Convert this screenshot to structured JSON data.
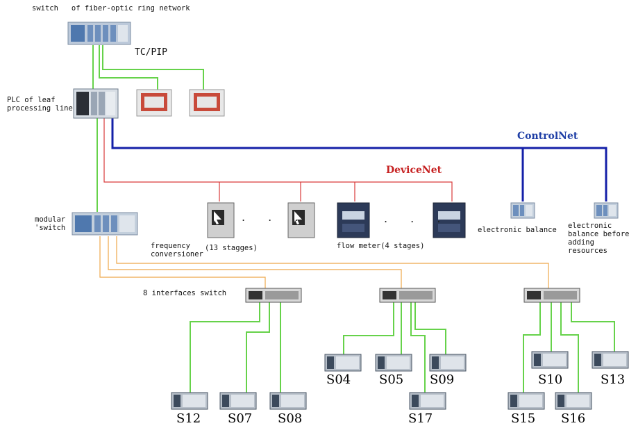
{
  "labels": {
    "ring_switch": "switch   of fiber-optic ring network",
    "tcpip": "TC/PIP",
    "plc": "PLC of leaf\nprocessing line",
    "controlnet": "ControlNet",
    "devicenet": "DeviceNet",
    "modular_switch": "modular\n'switch",
    "freq_conv": "frequency\nconversioner",
    "freq_count": "(13 stagges)",
    "flow_meter": "flow meter(4 stages)",
    "balance": "electronic balance",
    "balance_before": "electronic\nbalance before\nadding\nresources",
    "iface_switch": "8 interfaces switch",
    "dots": ". . ."
  },
  "stations": [
    "S04",
    "S05",
    "S09",
    "S17",
    "S12",
    "S07",
    "S08",
    "S10",
    "S13",
    "S15",
    "S16"
  ],
  "colors": {
    "ethernet": "#66d24a",
    "controlnet": "#1420a8",
    "devicenet": "#d93a3a",
    "interface": "#eea84a",
    "controlnet_text": "#1f3fa6",
    "devicenet_text": "#c62020"
  }
}
